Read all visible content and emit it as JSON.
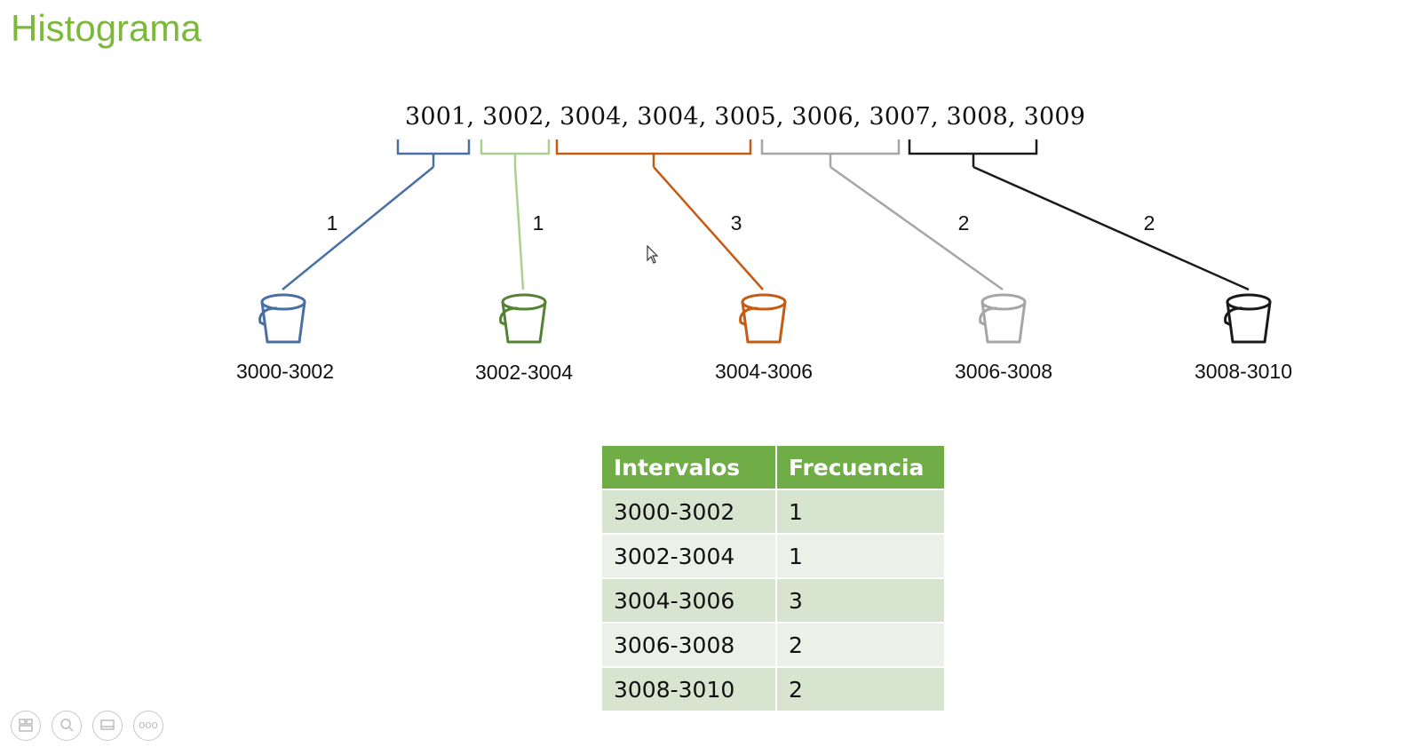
{
  "title": "Histograma",
  "numbers_line": "3001, 3002, 3004, 3004, 3005, 3006, 3007, 3008, 3009",
  "groups": [
    {
      "bucket_label": "3000-3002",
      "count": "1",
      "color": "#4a6fa5"
    },
    {
      "bucket_label": "3002-3004",
      "count": "1",
      "color": "#a9d18e"
    },
    {
      "bucket_label": "3004-3006",
      "count": "3",
      "color": "#c55a11"
    },
    {
      "bucket_label": "3006-3008",
      "count": "2",
      "color": "#a6a6a6"
    },
    {
      "bucket_label": "3008-3010",
      "count": "2",
      "color": "#1a1a1a"
    }
  ],
  "bucket_colors": [
    "#4a6fa5",
    "#548235",
    "#c55a11",
    "#a6a6a6",
    "#1a1a1a"
  ],
  "table": {
    "headers": [
      "Intervalos",
      "Frecuencia"
    ],
    "rows": [
      [
        "3000-3002",
        "1"
      ],
      [
        "3002-3004",
        "1"
      ],
      [
        "3004-3006",
        "3"
      ],
      [
        "3006-3008",
        "2"
      ],
      [
        "3008-3010",
        "2"
      ]
    ],
    "header_color": "#70ad47"
  },
  "toolbar": {
    "icons": [
      "slides-icon",
      "zoom-icon",
      "screen-icon",
      "more-icon"
    ],
    "more_label": "ooo"
  }
}
